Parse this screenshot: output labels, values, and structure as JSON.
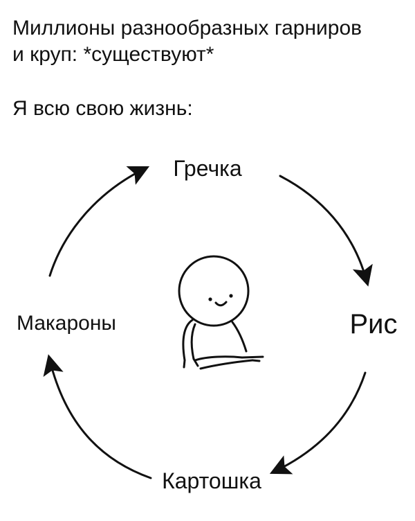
{
  "caption": {
    "line1": "Миллионы разнообразных гарниров",
    "line2": "и круп: *существуют*",
    "line3": "Я всю свою жизнь:"
  },
  "cycle": {
    "top": "Гречка",
    "right": "Рис",
    "bottom": "Картошка",
    "left": "Макароны"
  },
  "colors": {
    "ink": "#111111",
    "background": "#ffffff"
  }
}
